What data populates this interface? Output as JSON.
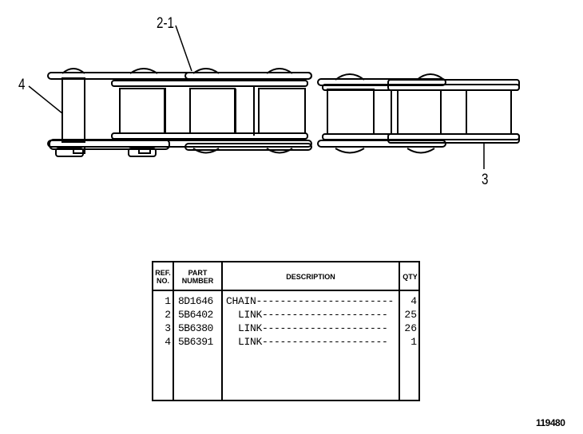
{
  "callouts": {
    "c1": "2-1",
    "c2": "4",
    "c3": "3"
  },
  "table": {
    "headers": {
      "ref": [
        "REF.",
        "NO."
      ],
      "part": [
        "PART",
        "NUMBER"
      ],
      "desc": "DESCRIPTION",
      "qty": "QTY"
    },
    "rows": [
      {
        "ref": "1",
        "part": "8D1646",
        "desc": "CHAIN------------------------",
        "qty": "4"
      },
      {
        "ref": "2",
        "part": "5B6402",
        "desc": "  LINK---------------------",
        "qty": "25"
      },
      {
        "ref": "3",
        "part": "5B6380",
        "desc": "  LINK---------------------",
        "qty": "26"
      },
      {
        "ref": "4",
        "part": "5B6391",
        "desc": "  LINK---------------------",
        "qty": "1"
      }
    ]
  },
  "figure_number": "119480"
}
